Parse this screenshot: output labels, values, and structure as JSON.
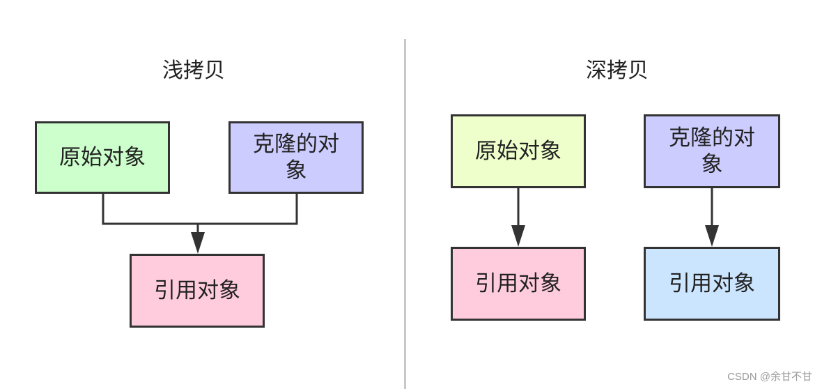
{
  "shallow": {
    "title": "浅拷贝",
    "original": "原始对象",
    "clone": "克隆的对象",
    "reference": "引用对象"
  },
  "deep": {
    "title": "深拷贝",
    "original": "原始对象",
    "clone": "克隆的对象",
    "reference_a": "引用对象",
    "reference_b": "引用对象"
  },
  "colors": {
    "green": "#ccffcc",
    "lavender": "#ccccff",
    "pink": "#ffccdd",
    "lime": "#eeffcc",
    "lightblue": "#cce5ff",
    "stroke": "#333333"
  },
  "watermark": "CSDN @余甘不甘"
}
